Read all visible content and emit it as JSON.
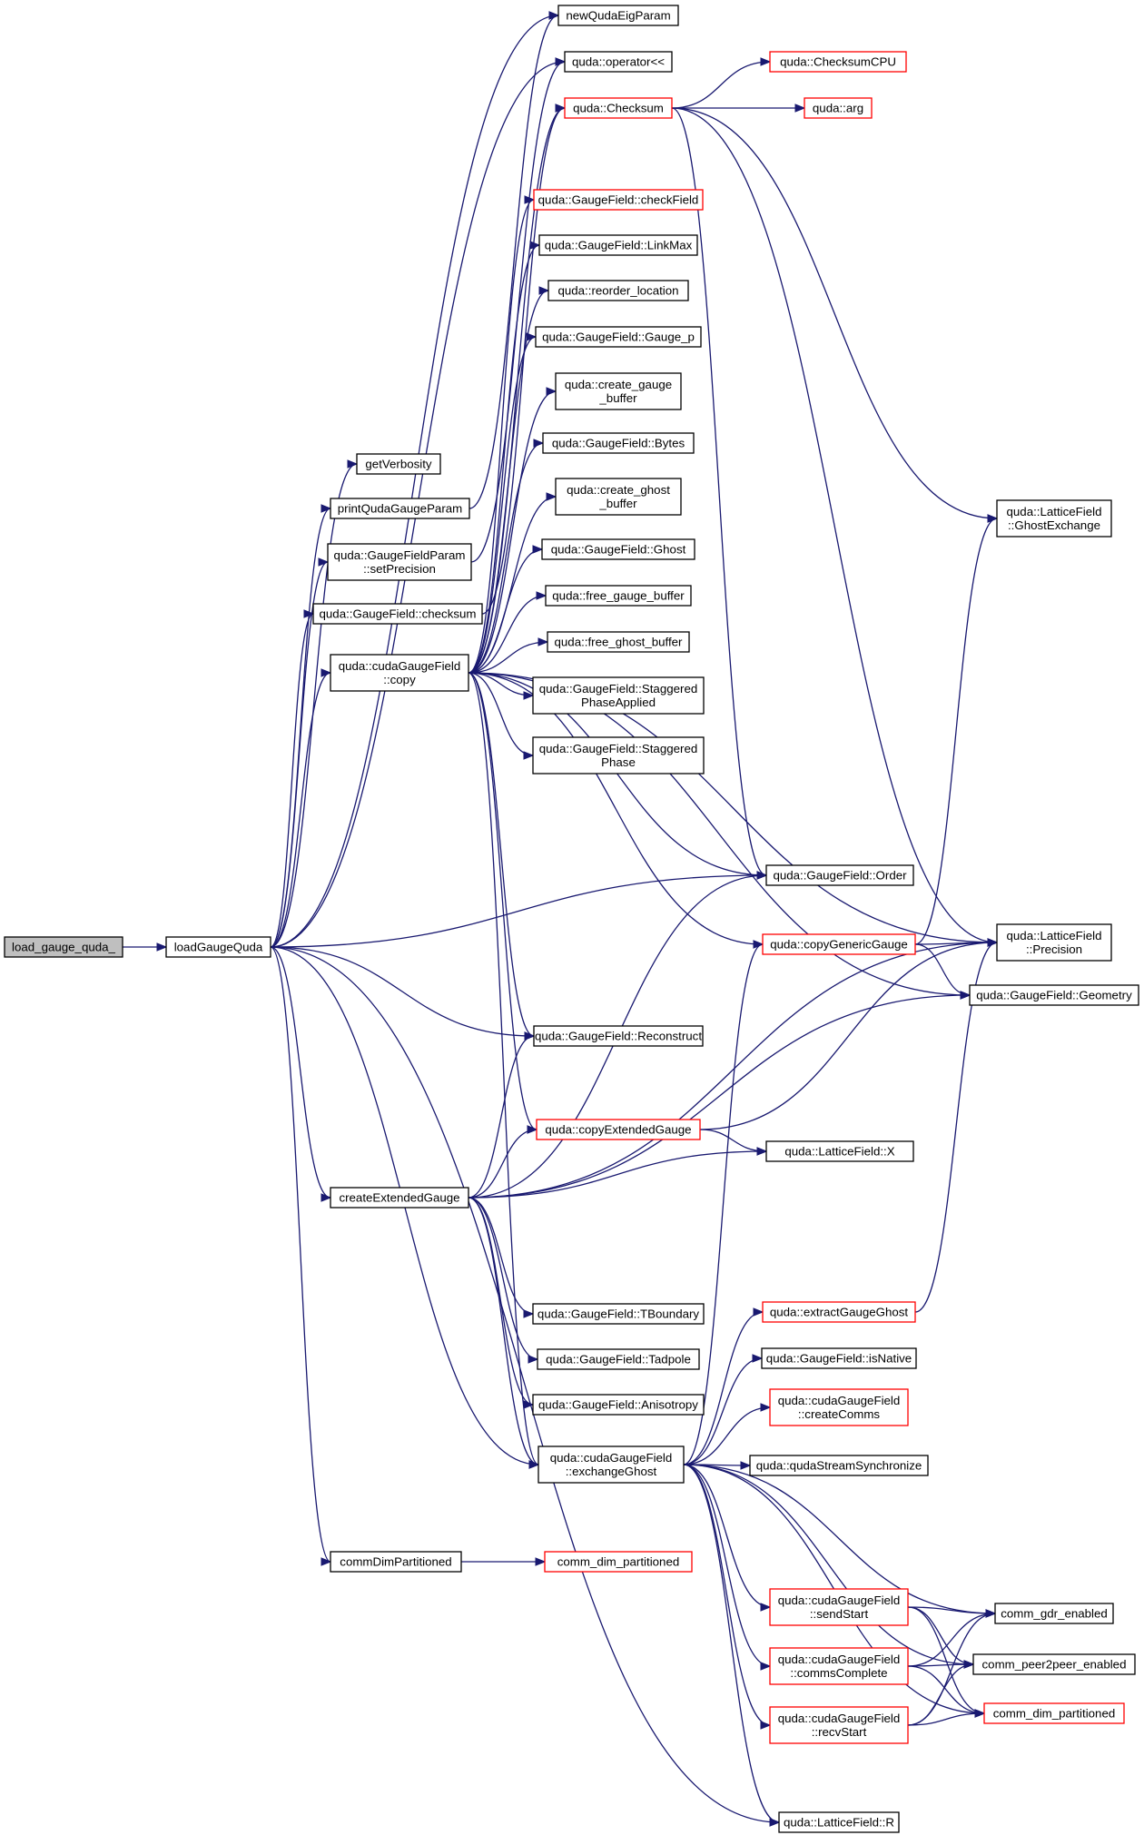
{
  "graph": {
    "nodes": [
      {
        "id": "n0",
        "lines": [
          "load_gauge_quda_"
        ],
        "root": true
      },
      {
        "id": "n1",
        "lines": [
          "loadGaugeQuda"
        ]
      },
      {
        "id": "n2",
        "lines": [
          "getVerbosity"
        ]
      },
      {
        "id": "n3",
        "lines": [
          "printQudaGaugeParam"
        ]
      },
      {
        "id": "n4",
        "lines": [
          "quda::GaugeFieldParam",
          "::setPrecision"
        ]
      },
      {
        "id": "n5",
        "lines": [
          "quda::GaugeField::checksum"
        ]
      },
      {
        "id": "n6",
        "lines": [
          "quda::cudaGaugeField",
          "::copy"
        ]
      },
      {
        "id": "n7",
        "lines": [
          "createExtendedGauge"
        ]
      },
      {
        "id": "n8",
        "lines": [
          "quda::cudaGaugeField",
          "::exchangeGhost"
        ]
      },
      {
        "id": "n9",
        "lines": [
          "commDimPartitioned"
        ]
      },
      {
        "id": "n10",
        "lines": [
          "newQudaEigParam"
        ]
      },
      {
        "id": "n11",
        "lines": [
          "quda::operator<<"
        ]
      },
      {
        "id": "n12",
        "lines": [
          "quda::Checksum"
        ],
        "red": true
      },
      {
        "id": "n13",
        "lines": [
          "quda::GaugeField::checkField"
        ],
        "red": true
      },
      {
        "id": "n14",
        "lines": [
          "quda::GaugeField::LinkMax"
        ]
      },
      {
        "id": "n15",
        "lines": [
          "quda::reorder_location"
        ]
      },
      {
        "id": "n16",
        "lines": [
          "quda::GaugeField::Gauge_p"
        ]
      },
      {
        "id": "n17",
        "lines": [
          "quda::create_gauge",
          "_buffer"
        ]
      },
      {
        "id": "n18",
        "lines": [
          "quda::GaugeField::Bytes"
        ]
      },
      {
        "id": "n19",
        "lines": [
          "quda::create_ghost",
          "_buffer"
        ]
      },
      {
        "id": "n20",
        "lines": [
          "quda::GaugeField::Ghost"
        ]
      },
      {
        "id": "n21",
        "lines": [
          "quda::free_gauge_buffer"
        ]
      },
      {
        "id": "n22",
        "lines": [
          "quda::free_ghost_buffer"
        ]
      },
      {
        "id": "n23",
        "lines": [
          "quda::GaugeField::Staggered",
          "PhaseApplied"
        ]
      },
      {
        "id": "n24",
        "lines": [
          "quda::GaugeField::Staggered",
          "Phase"
        ]
      },
      {
        "id": "n25",
        "lines": [
          "quda::GaugeField::Reconstruct"
        ]
      },
      {
        "id": "n26",
        "lines": [
          "quda::copyExtendedGauge"
        ],
        "red": true
      },
      {
        "id": "n27",
        "lines": [
          "quda::GaugeField::TBoundary"
        ]
      },
      {
        "id": "n28",
        "lines": [
          "quda::GaugeField::Tadpole"
        ]
      },
      {
        "id": "n29",
        "lines": [
          "quda::GaugeField::Anisotropy"
        ]
      },
      {
        "id": "n30",
        "lines": [
          "comm_dim_partitioned"
        ],
        "red": true
      },
      {
        "id": "n31",
        "lines": [
          "quda::ChecksumCPU"
        ],
        "red": true
      },
      {
        "id": "n32",
        "lines": [
          "quda::arg"
        ],
        "red": true
      },
      {
        "id": "n33",
        "lines": [
          "quda::GaugeField::Order"
        ]
      },
      {
        "id": "n34",
        "lines": [
          "quda::copyGenericGauge"
        ],
        "red": true
      },
      {
        "id": "n35",
        "lines": [
          "quda::LatticeField::X"
        ]
      },
      {
        "id": "n36",
        "lines": [
          "quda::extractGaugeGhost"
        ],
        "red": true
      },
      {
        "id": "n37",
        "lines": [
          "quda::GaugeField::isNative"
        ]
      },
      {
        "id": "n38",
        "lines": [
          "quda::cudaGaugeField",
          "::createComms"
        ],
        "red": true
      },
      {
        "id": "n39",
        "lines": [
          "quda::qudaStreamSynchronize"
        ]
      },
      {
        "id": "n40",
        "lines": [
          "quda::cudaGaugeField",
          "::sendStart"
        ],
        "red": true
      },
      {
        "id": "n41",
        "lines": [
          "quda::cudaGaugeField",
          "::commsComplete"
        ],
        "red": true
      },
      {
        "id": "n42",
        "lines": [
          "quda::cudaGaugeField",
          "::recvStart"
        ],
        "red": true
      },
      {
        "id": "n43",
        "lines": [
          "quda::LatticeField::R"
        ]
      },
      {
        "id": "n44",
        "lines": [
          "quda::LatticeField",
          "::GhostExchange"
        ]
      },
      {
        "id": "n45",
        "lines": [
          "quda::LatticeField",
          "::Precision"
        ]
      },
      {
        "id": "n46",
        "lines": [
          "quda::GaugeField::Geometry"
        ]
      },
      {
        "id": "n47",
        "lines": [
          "comm_gdr_enabled"
        ]
      },
      {
        "id": "n48",
        "lines": [
          "comm_peer2peer_enabled"
        ]
      },
      {
        "id": "n49",
        "lines": [
          "comm_dim_partitioned"
        ],
        "red": true
      }
    ],
    "edges": [
      [
        "n0",
        "n1"
      ],
      [
        "n1",
        "n2"
      ],
      [
        "n1",
        "n3"
      ],
      [
        "n1",
        "n4"
      ],
      [
        "n1",
        "n5"
      ],
      [
        "n1",
        "n6"
      ],
      [
        "n1",
        "n7"
      ],
      [
        "n1",
        "n8"
      ],
      [
        "n1",
        "n9"
      ],
      [
        "n1",
        "n10"
      ],
      [
        "n1",
        "n11"
      ],
      [
        "n1",
        "n33"
      ],
      [
        "n1",
        "n25"
      ],
      [
        "n1",
        "n43"
      ],
      [
        "n3",
        "n10"
      ],
      [
        "n4",
        "n11"
      ],
      [
        "n5",
        "n12"
      ],
      [
        "n12",
        "n31"
      ],
      [
        "n12",
        "n32"
      ],
      [
        "n12",
        "n33"
      ],
      [
        "n12",
        "n44"
      ],
      [
        "n12",
        "n45"
      ],
      [
        "n6",
        "n12"
      ],
      [
        "n6",
        "n13"
      ],
      [
        "n6",
        "n14"
      ],
      [
        "n6",
        "n15"
      ],
      [
        "n6",
        "n16"
      ],
      [
        "n6",
        "n17"
      ],
      [
        "n6",
        "n18"
      ],
      [
        "n6",
        "n19"
      ],
      [
        "n6",
        "n20"
      ],
      [
        "n6",
        "n21"
      ],
      [
        "n6",
        "n22"
      ],
      [
        "n6",
        "n23"
      ],
      [
        "n6",
        "n24"
      ],
      [
        "n6",
        "n33"
      ],
      [
        "n6",
        "n34"
      ],
      [
        "n6",
        "n45"
      ],
      [
        "n6",
        "n46"
      ],
      [
        "n6",
        "n25"
      ],
      [
        "n6",
        "n26"
      ],
      [
        "n6",
        "n8"
      ],
      [
        "n7",
        "n25"
      ],
      [
        "n7",
        "n26"
      ],
      [
        "n7",
        "n35"
      ],
      [
        "n7",
        "n33"
      ],
      [
        "n7",
        "n45"
      ],
      [
        "n7",
        "n46"
      ],
      [
        "n7",
        "n27"
      ],
      [
        "n7",
        "n28"
      ],
      [
        "n7",
        "n29"
      ],
      [
        "n7",
        "n8"
      ],
      [
        "n26",
        "n35"
      ],
      [
        "n26",
        "n45"
      ],
      [
        "n34",
        "n44"
      ],
      [
        "n34",
        "n45"
      ],
      [
        "n34",
        "n46"
      ],
      [
        "n8",
        "n34"
      ],
      [
        "n8",
        "n36"
      ],
      [
        "n8",
        "n37"
      ],
      [
        "n8",
        "n38"
      ],
      [
        "n8",
        "n39"
      ],
      [
        "n8",
        "n40"
      ],
      [
        "n8",
        "n41"
      ],
      [
        "n8",
        "n42"
      ],
      [
        "n8",
        "n47"
      ],
      [
        "n8",
        "n48"
      ],
      [
        "n8",
        "n49"
      ],
      [
        "n8",
        "n43"
      ],
      [
        "n36",
        "n45"
      ],
      [
        "n40",
        "n47"
      ],
      [
        "n40",
        "n48"
      ],
      [
        "n40",
        "n49"
      ],
      [
        "n41",
        "n47"
      ],
      [
        "n41",
        "n48"
      ],
      [
        "n41",
        "n49"
      ],
      [
        "n42",
        "n47"
      ],
      [
        "n42",
        "n48"
      ],
      [
        "n42",
        "n49"
      ],
      [
        "n9",
        "n30"
      ]
    ]
  }
}
